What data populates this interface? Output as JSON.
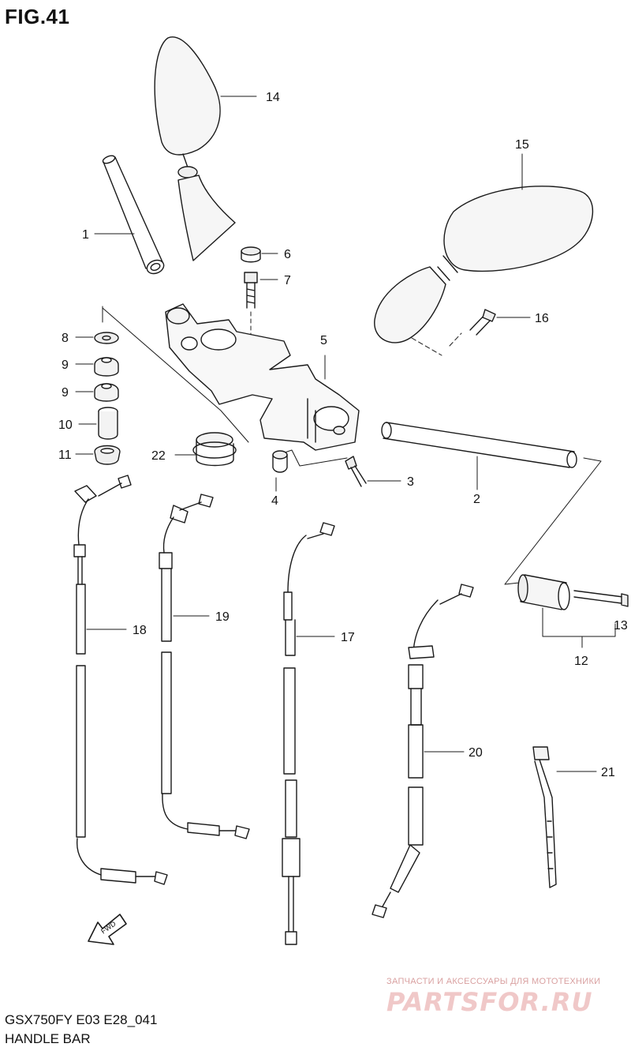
{
  "figure": {
    "title": "FIG.41",
    "model_code": "GSX750FY E03 E28_041",
    "section_name": "HANDLE BAR"
  },
  "callouts": {
    "p1": "1",
    "p2": "2",
    "p3": "3",
    "p4": "4",
    "p5": "5",
    "p6": "6",
    "p7": "7",
    "p8": "8",
    "p9a": "9",
    "p9b": "9",
    "p10": "10",
    "p11": "11",
    "p12": "12",
    "p13": "13",
    "p14": "14",
    "p15": "15",
    "p16": "16",
    "p17": "17",
    "p18": "18",
    "p19": "19",
    "p20": "20",
    "p21": "21",
    "p22": "22"
  },
  "direction_marker": {
    "label": "FWD"
  },
  "watermark": {
    "subtitle": "ЗАПЧАСТИ И АКСЕССУАРЫ ДЛЯ МОТОТЕХНИКИ",
    "logo": "PARTSFOR.RU"
  }
}
